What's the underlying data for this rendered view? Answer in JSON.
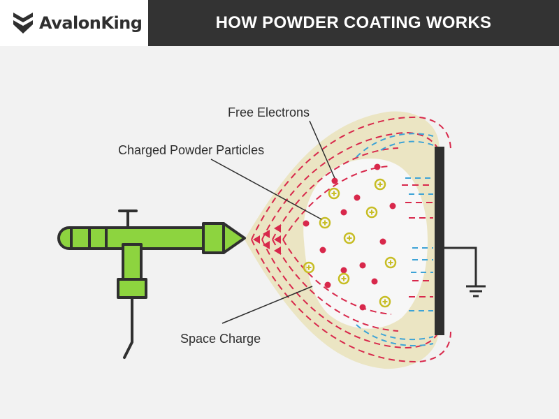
{
  "header": {
    "brand_name": "AvalonKing",
    "title": "HOW POWDER COATING WORKS"
  },
  "diagram": {
    "labels": {
      "free_electrons": "Free Electrons",
      "charged_particles": "Charged Powder Particles",
      "space_charge": "Space Charge"
    },
    "icons": [
      "avalonking-shield-logo",
      "spray-gun-icon",
      "ground-symbol-icon"
    ],
    "colors": {
      "header_bg": "#333333",
      "gun_green": "#8dd43f",
      "gun_outline": "#2f2f2f",
      "electron_red": "#d8284b",
      "particle_yellow": "#c7bd24",
      "field_blue": "#3da3d6",
      "cloud_tan": "#ebe5c3"
    }
  }
}
